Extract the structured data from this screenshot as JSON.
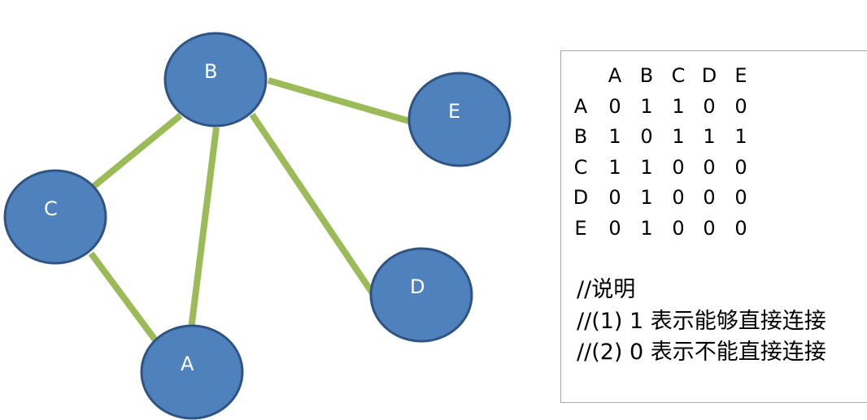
{
  "diagram": {
    "nodes": [
      {
        "id": "B",
        "label": "B"
      },
      {
        "id": "E",
        "label": "E"
      },
      {
        "id": "C",
        "label": "C"
      },
      {
        "id": "D",
        "label": "D"
      },
      {
        "id": "A",
        "label": "A"
      }
    ],
    "edges": [
      [
        "B",
        "E"
      ],
      [
        "B",
        "C"
      ],
      [
        "B",
        "A"
      ],
      [
        "B",
        "D"
      ],
      [
        "C",
        "A"
      ]
    ],
    "colors": {
      "node_fill": "#4f81bd",
      "node_stroke": "#2f5382",
      "edge": "#9bbb59",
      "label": "#ffffff"
    }
  },
  "matrix": {
    "col_headers": [
      "A",
      "B",
      "C",
      "D",
      "E"
    ],
    "rows": [
      {
        "label": "A",
        "values": [
          "0",
          "1",
          "1",
          "0",
          "0"
        ]
      },
      {
        "label": "B",
        "values": [
          "1",
          "0",
          "1",
          "1",
          "1"
        ]
      },
      {
        "label": "C",
        "values": [
          "1",
          "1",
          "0",
          "0",
          "0"
        ]
      },
      {
        "label": "D",
        "values": [
          "0",
          "1",
          "0",
          "0",
          "0"
        ]
      },
      {
        "label": "E",
        "values": [
          "0",
          "1",
          "0",
          "0",
          "0"
        ]
      }
    ]
  },
  "notes": {
    "heading": "//说明",
    "line1": "//(1) 1 表示能够直接连接",
    "line2": "//(2) 0 表示不能直接连接"
  }
}
